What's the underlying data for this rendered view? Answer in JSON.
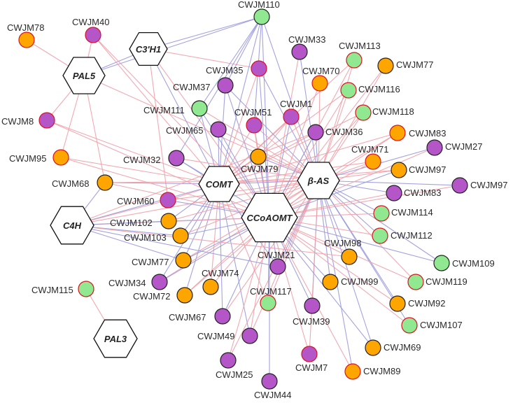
{
  "colors": {
    "edge_red": "#f0a0a8",
    "edge_blue": "#9999dd",
    "node_purple": "#b455c8",
    "node_orange": "#ffa500",
    "node_green": "#90e890",
    "stroke_red": "#e01020",
    "stroke_black": "#222222",
    "hex_fill": "#ffffff"
  },
  "genes": [
    {
      "id": "PAL5",
      "label": "PAL5"
    },
    {
      "id": "C3H1",
      "label": "C3'H1"
    },
    {
      "id": "COMT",
      "label": "COMT"
    },
    {
      "id": "BAS",
      "label": "β-AS"
    },
    {
      "id": "CCOAOMT",
      "label": "CCoAOMT"
    },
    {
      "id": "C4H",
      "label": "C4H"
    },
    {
      "id": "PAL3",
      "label": "PAL3"
    }
  ],
  "modules": [
    {
      "id": "M78",
      "label": "CWJM78",
      "type": "orange",
      "stroke": "red"
    },
    {
      "id": "M40",
      "label": "CWJM40",
      "type": "purple",
      "stroke": "red"
    },
    {
      "id": "M110",
      "label": "CWJM110",
      "type": "green",
      "stroke": "black"
    },
    {
      "id": "M33",
      "label": "CWJM33",
      "type": "purple",
      "stroke": "black"
    },
    {
      "id": "M113",
      "label": "CWJM113",
      "type": "green",
      "stroke": "red"
    },
    {
      "id": "M77a",
      "label": "CWJM77",
      "type": "orange",
      "stroke": "black"
    },
    {
      "id": "M35",
      "label": "CWJM35",
      "type": "purple",
      "stroke": "red"
    },
    {
      "id": "M70",
      "label": "CWJM70",
      "type": "orange",
      "stroke": "red"
    },
    {
      "id": "M37",
      "label": "CWJM37",
      "type": "purple",
      "stroke": "black"
    },
    {
      "id": "M116",
      "label": "CWJM116",
      "type": "green",
      "stroke": "red"
    },
    {
      "id": "M111",
      "label": "CWJM111",
      "type": "green",
      "stroke": "black"
    },
    {
      "id": "M1",
      "label": "CWJM1",
      "type": "purple",
      "stroke": "red"
    },
    {
      "id": "M118",
      "label": "CWJM118",
      "type": "green",
      "stroke": "red"
    },
    {
      "id": "M8",
      "label": "CWJM8",
      "type": "purple",
      "stroke": "red"
    },
    {
      "id": "M51",
      "label": "CWJM51",
      "type": "purple",
      "stroke": "red"
    },
    {
      "id": "M65",
      "label": "CWJM65",
      "type": "purple",
      "stroke": "black"
    },
    {
      "id": "M36",
      "label": "CWJM36",
      "type": "purple",
      "stroke": "black"
    },
    {
      "id": "M83a",
      "label": "CWJM83",
      "type": "orange",
      "stroke": "red"
    },
    {
      "id": "M27",
      "label": "CWJM27",
      "type": "purple",
      "stroke": "black"
    },
    {
      "id": "M95",
      "label": "CWJM95",
      "type": "orange",
      "stroke": "red"
    },
    {
      "id": "M71",
      "label": "CWJM71",
      "type": "orange",
      "stroke": "red"
    },
    {
      "id": "M32",
      "label": "CWJM32",
      "type": "purple",
      "stroke": "black"
    },
    {
      "id": "M79",
      "label": "CWJM79",
      "type": "orange",
      "stroke": "black"
    },
    {
      "id": "M97a",
      "label": "CWJM97",
      "type": "orange",
      "stroke": "black"
    },
    {
      "id": "M68",
      "label": "CWJM68",
      "type": "orange",
      "stroke": "black"
    },
    {
      "id": "M97b",
      "label": "CWJM97",
      "type": "purple",
      "stroke": "black"
    },
    {
      "id": "M83b",
      "label": "CWJM83",
      "type": "purple",
      "stroke": "black"
    },
    {
      "id": "M60",
      "label": "CWJM60",
      "type": "purple",
      "stroke": "red"
    },
    {
      "id": "M114",
      "label": "CWJM114",
      "type": "green",
      "stroke": "red"
    },
    {
      "id": "M102",
      "label": "CWJM102",
      "type": "orange",
      "stroke": "black"
    },
    {
      "id": "M103",
      "label": "CWJM103",
      "type": "orange",
      "stroke": "black"
    },
    {
      "id": "M112",
      "label": "CWJM112",
      "type": "green",
      "stroke": "red"
    },
    {
      "id": "M98",
      "label": "CWJM98",
      "type": "orange",
      "stroke": "black"
    },
    {
      "id": "M21",
      "label": "CWJM21",
      "type": "purple",
      "stroke": "black"
    },
    {
      "id": "M109",
      "label": "CWJM109",
      "type": "green",
      "stroke": "black"
    },
    {
      "id": "M77b",
      "label": "CWJM77",
      "type": "orange",
      "stroke": "black"
    },
    {
      "id": "M74",
      "label": "CWJM74",
      "type": "orange",
      "stroke": "black"
    },
    {
      "id": "M34",
      "label": "CWJM34",
      "type": "purple",
      "stroke": "black"
    },
    {
      "id": "M99",
      "label": "CWJM99",
      "type": "orange",
      "stroke": "black"
    },
    {
      "id": "M119",
      "label": "CWJM119",
      "type": "green",
      "stroke": "red"
    },
    {
      "id": "M115",
      "label": "CWJM115",
      "type": "green",
      "stroke": "red"
    },
    {
      "id": "M72",
      "label": "CWJM72",
      "type": "orange",
      "stroke": "black"
    },
    {
      "id": "M117",
      "label": "CWJM117",
      "type": "green",
      "stroke": "red"
    },
    {
      "id": "M92",
      "label": "CWJM92",
      "type": "orange",
      "stroke": "black"
    },
    {
      "id": "M39",
      "label": "CWJM39",
      "type": "purple",
      "stroke": "black"
    },
    {
      "id": "M67",
      "label": "CWJM67",
      "type": "purple",
      "stroke": "black"
    },
    {
      "id": "M107",
      "label": "CWJM107",
      "type": "green",
      "stroke": "red"
    },
    {
      "id": "M49",
      "label": "CWJM49",
      "type": "purple",
      "stroke": "black"
    },
    {
      "id": "M69",
      "label": "CWJM69",
      "type": "orange",
      "stroke": "black"
    },
    {
      "id": "M7",
      "label": "CWJM7",
      "type": "purple",
      "stroke": "red"
    },
    {
      "id": "M89",
      "label": "CWJM89",
      "type": "orange",
      "stroke": "red"
    },
    {
      "id": "M25",
      "label": "CWJM25",
      "type": "purple",
      "stroke": "black"
    },
    {
      "id": "M44",
      "label": "CWJM44",
      "type": "purple",
      "stroke": "black"
    }
  ],
  "edges": [
    [
      "PAL5",
      "M78",
      "r"
    ],
    [
      "PAL5",
      "M8",
      "r"
    ],
    [
      "PAL5",
      "M95",
      "r"
    ],
    [
      "PAL5",
      "C3H1",
      "b"
    ],
    [
      "PAL5",
      "M40",
      "r"
    ],
    [
      "PAL5",
      "M110",
      "b"
    ],
    [
      "PAL5",
      "BAS",
      "r"
    ],
    [
      "PAL5",
      "M68",
      "r"
    ],
    [
      "C3H1",
      "M110",
      "b"
    ],
    [
      "C3H1",
      "M35",
      "r"
    ],
    [
      "C3H1",
      "M60",
      "r"
    ],
    [
      "C3H1",
      "COMT",
      "b"
    ],
    [
      "C3H1",
      "CCOAOMT",
      "r"
    ],
    [
      "M40",
      "CCOAOMT",
      "r"
    ],
    [
      "M40",
      "COMT",
      "r"
    ],
    [
      "M110",
      "COMT",
      "b"
    ],
    [
      "M110",
      "CCOAOMT",
      "b"
    ],
    [
      "M110",
      "BAS",
      "b"
    ],
    [
      "M110",
      "M37",
      "b"
    ],
    [
      "M110",
      "M51",
      "b"
    ],
    [
      "M110",
      "M111",
      "b"
    ],
    [
      "M110",
      "M32",
      "b"
    ],
    [
      "COMT",
      "M68",
      "b"
    ],
    [
      "COMT",
      "M32",
      "b"
    ],
    [
      "COMT",
      "M65",
      "b"
    ],
    [
      "COMT",
      "M37",
      "b"
    ],
    [
      "COMT",
      "M35",
      "r"
    ],
    [
      "COMT",
      "M51",
      "r"
    ],
    [
      "COMT",
      "M1",
      "r"
    ],
    [
      "COMT",
      "M79",
      "r"
    ],
    [
      "COMT",
      "M36",
      "r"
    ],
    [
      "COMT",
      "M60",
      "r"
    ],
    [
      "COMT",
      "M102",
      "b"
    ],
    [
      "COMT",
      "M103",
      "b"
    ],
    [
      "COMT",
      "M77b",
      "b"
    ],
    [
      "COMT",
      "M34",
      "b"
    ],
    [
      "COMT",
      "M72",
      "b"
    ],
    [
      "COMT",
      "M74",
      "r"
    ],
    [
      "COMT",
      "M67",
      "b"
    ],
    [
      "COMT",
      "M21",
      "b"
    ],
    [
      "COMT",
      "M117",
      "r"
    ],
    [
      "COMT",
      "M49",
      "b"
    ],
    [
      "COMT",
      "M71",
      "r"
    ],
    [
      "COMT",
      "M97a",
      "r"
    ],
    [
      "COMT",
      "M83a",
      "r"
    ],
    [
      "COMT",
      "M113",
      "r"
    ],
    [
      "COMT",
      "M116",
      "r"
    ],
    [
      "COMT",
      "M118",
      "r"
    ],
    [
      "COMT",
      "M8",
      "r"
    ],
    [
      "COMT",
      "M95",
      "r"
    ],
    [
      "COMT",
      "M111",
      "b"
    ],
    [
      "COMT",
      "C4H",
      "b"
    ],
    [
      "COMT",
      "BAS",
      "b"
    ],
    [
      "BAS",
      "M33",
      "b"
    ],
    [
      "BAS",
      "M113",
      "r"
    ],
    [
      "BAS",
      "M70",
      "r"
    ],
    [
      "BAS",
      "M77a",
      "r"
    ],
    [
      "BAS",
      "M116",
      "r"
    ],
    [
      "BAS",
      "M118",
      "r"
    ],
    [
      "BAS",
      "M1",
      "r"
    ],
    [
      "BAS",
      "M36",
      "b"
    ],
    [
      "BAS",
      "M83a",
      "r"
    ],
    [
      "BAS",
      "M27",
      "b"
    ],
    [
      "BAS",
      "M71",
      "r"
    ],
    [
      "BAS",
      "M97a",
      "r"
    ],
    [
      "BAS",
      "M97b",
      "b"
    ],
    [
      "BAS",
      "M83b",
      "b"
    ],
    [
      "BAS",
      "M114",
      "b"
    ],
    [
      "BAS",
      "M112",
      "b"
    ],
    [
      "BAS",
      "M109",
      "b"
    ],
    [
      "BAS",
      "M98",
      "b"
    ],
    [
      "BAS",
      "M99",
      "b"
    ],
    [
      "BAS",
      "M119",
      "r"
    ],
    [
      "BAS",
      "M92",
      "b"
    ],
    [
      "BAS",
      "M107",
      "b"
    ],
    [
      "BAS",
      "M69",
      "b"
    ],
    [
      "BAS",
      "M89",
      "b"
    ],
    [
      "BAS",
      "M39",
      "b"
    ],
    [
      "BAS",
      "M21",
      "b"
    ],
    [
      "BAS",
      "M7",
      "r"
    ],
    [
      "BAS",
      "M117",
      "r"
    ],
    [
      "BAS",
      "M35",
      "b"
    ],
    [
      "BAS",
      "M37",
      "b"
    ],
    [
      "BAS",
      "M65",
      "r"
    ],
    [
      "BAS",
      "M32",
      "r"
    ],
    [
      "BAS",
      "M68",
      "r"
    ],
    [
      "BAS",
      "M60",
      "r"
    ],
    [
      "BAS",
      "M102",
      "r"
    ],
    [
      "BAS",
      "M103",
      "r"
    ],
    [
      "BAS",
      "M77b",
      "r"
    ],
    [
      "BAS",
      "M34",
      "r"
    ],
    [
      "BAS",
      "M72",
      "r"
    ],
    [
      "BAS",
      "M67",
      "r"
    ],
    [
      "BAS",
      "M49",
      "r"
    ],
    [
      "BAS",
      "M25",
      "r"
    ],
    [
      "BAS",
      "M79",
      "b"
    ],
    [
      "BAS",
      "M51",
      "r"
    ],
    [
      "BAS",
      "M111",
      "r"
    ],
    [
      "BAS",
      "C4H",
      "r"
    ],
    [
      "CCOAOMT",
      "M33",
      "r"
    ],
    [
      "CCOAOMT",
      "M113",
      "r"
    ],
    [
      "CCOAOMT",
      "M70",
      "r"
    ],
    [
      "CCOAOMT",
      "M77a",
      "r"
    ],
    [
      "CCOAOMT",
      "M116",
      "r"
    ],
    [
      "CCOAOMT",
      "M118",
      "r"
    ],
    [
      "CCOAOMT",
      "M1",
      "b"
    ],
    [
      "CCOAOMT",
      "M36",
      "b"
    ],
    [
      "CCOAOMT",
      "M83a",
      "r"
    ],
    [
      "CCOAOMT",
      "M27",
      "r"
    ],
    [
      "CCOAOMT",
      "M71",
      "r"
    ],
    [
      "CCOAOMT",
      "M97a",
      "b"
    ],
    [
      "CCOAOMT",
      "M97b",
      "r"
    ],
    [
      "CCOAOMT",
      "M83b",
      "r"
    ],
    [
      "CCOAOMT",
      "M114",
      "r"
    ],
    [
      "CCOAOMT",
      "M112",
      "r"
    ],
    [
      "CCOAOMT",
      "M109",
      "b"
    ],
    [
      "CCOAOMT",
      "M98",
      "r"
    ],
    [
      "CCOAOMT",
      "M99",
      "b"
    ],
    [
      "CCOAOMT",
      "M119",
      "r"
    ],
    [
      "CCOAOMT",
      "M92",
      "r"
    ],
    [
      "CCOAOMT",
      "M107",
      "r"
    ],
    [
      "CCOAOMT",
      "M69",
      "b"
    ],
    [
      "CCOAOMT",
      "M89",
      "r"
    ],
    [
      "CCOAOMT",
      "M39",
      "b"
    ],
    [
      "CCOAOMT",
      "M21",
      "b"
    ],
    [
      "CCOAOMT",
      "M7",
      "r"
    ],
    [
      "CCOAOMT",
      "M117",
      "b"
    ],
    [
      "CCOAOMT",
      "M44",
      "b"
    ],
    [
      "CCOAOMT",
      "M25",
      "r"
    ],
    [
      "CCOAOMT",
      "M49",
      "r"
    ],
    [
      "CCOAOMT",
      "M67",
      "b"
    ],
    [
      "CCOAOMT",
      "M72",
      "r"
    ],
    [
      "CCOAOMT",
      "M74",
      "r"
    ],
    [
      "CCOAOMT",
      "M34",
      "b"
    ],
    [
      "CCOAOMT",
      "M77b",
      "b"
    ],
    [
      "CCOAOMT",
      "M103",
      "b"
    ],
    [
      "CCOAOMT",
      "M102",
      "b"
    ],
    [
      "CCOAOMT",
      "M60",
      "b"
    ],
    [
      "CCOAOMT",
      "M68",
      "r"
    ],
    [
      "CCOAOMT",
      "M32",
      "b"
    ],
    [
      "CCOAOMT",
      "M65",
      "b"
    ],
    [
      "CCOAOMT",
      "M37",
      "b"
    ],
    [
      "CCOAOMT",
      "M111",
      "b"
    ],
    [
      "CCOAOMT",
      "M35",
      "b"
    ],
    [
      "CCOAOMT",
      "M51",
      "r"
    ],
    [
      "CCOAOMT",
      "M79",
      "b"
    ],
    [
      "CCOAOMT",
      "M95",
      "r"
    ],
    [
      "CCOAOMT",
      "M8",
      "r"
    ],
    [
      "CCOAOMT",
      "C4H",
      "r"
    ],
    [
      "C4H",
      "M68",
      "b"
    ],
    [
      "C4H",
      "M60",
      "r"
    ],
    [
      "C4H",
      "M102",
      "b"
    ],
    [
      "C4H",
      "M103",
      "b"
    ],
    [
      "C4H",
      "M77b",
      "b"
    ],
    [
      "C4H",
      "M21",
      "b"
    ],
    [
      "C4H",
      "M98",
      "r"
    ],
    [
      "C4H",
      "M36",
      "r"
    ],
    [
      "PAL3",
      "M115",
      "r"
    ],
    [
      "M51",
      "M79",
      "r"
    ],
    [
      "M1",
      "M79",
      "r"
    ]
  ]
}
